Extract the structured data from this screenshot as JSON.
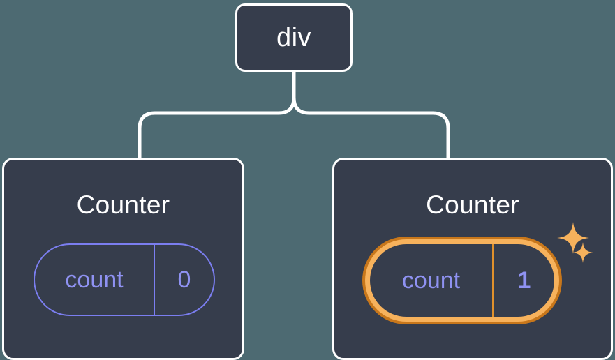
{
  "diagram": {
    "type": "component-tree",
    "background_color": "#4d6a72",
    "node_fill_color": "#363d4c",
    "node_border_color": "#ffffff",
    "state_accent_color": "#8f92f2",
    "highlight_color": "#f7b25c",
    "highlight_outer_color": "#c8771b",
    "root": {
      "label": "div"
    },
    "children": [
      {
        "title": "Counter",
        "state": {
          "key": "count",
          "value": "0",
          "highlighted": false
        }
      },
      {
        "title": "Counter",
        "state": {
          "key": "count",
          "value": "1",
          "highlighted": true
        },
        "sparkles": [
          {
            "name": "sparkle-large"
          },
          {
            "name": "sparkle-small"
          }
        ]
      }
    ]
  }
}
